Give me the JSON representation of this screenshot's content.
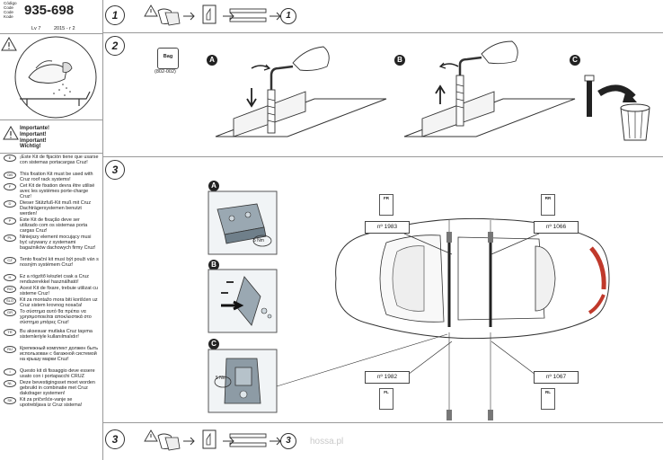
{
  "header": {
    "code_labels": [
      "Código",
      "Code",
      "Code",
      "Kode"
    ],
    "product_code": "935-698",
    "level": "Lv 7",
    "version": "2015 - r 2"
  },
  "warning": {
    "titles": [
      "Importante!",
      "Important!",
      "Important!",
      "Wichtig!"
    ]
  },
  "languages": [
    {
      "code": "E",
      "text": "¡Este Kit de fijación tiene que usarse con sistemas portacargas Cruz!"
    },
    {
      "code": "GB",
      "text": "This fixation Kit must be used with Cruz roof rack systems!"
    },
    {
      "code": "F",
      "text": "Cet Kit de fixation devra être utilisé avec les systèmes porte-charge Cruz!"
    },
    {
      "code": "D",
      "text": "Dieser Stützfuß-Kit muß mit Cruz Dachträgersystemen benutzt werden!"
    },
    {
      "code": "P",
      "text": "Este Kit de fixação deve ser utilizado com os sistemas porta cargas Cruz!"
    },
    {
      "code": "PL",
      "text": "Niniejszy element mocujący musi być używany z systemami bagażników dachowych firmy Cruz!"
    },
    {
      "code": "CZ",
      "text": "Tento fixační kit musí být použi ván s nosným systémem Cruz!"
    },
    {
      "code": "H",
      "text": "Ez a rögzítő készlet csak a Cruz rendszerekkel használható!"
    },
    {
      "code": "RO",
      "text": "Acest Kit de fixare, trebuie utilizat cu sisteme Cruz!"
    },
    {
      "code": "SLO",
      "text": "Kit za montažo mora biti korišćen uz Cruz sistem krovnog nosača!"
    },
    {
      "code": "GR",
      "text": "Το σύστημα αυτό θα πρέπει να χρησιμοποιείται αποκλειστικά στο σύστημα μπάρες Cruz!"
    },
    {
      "code": "TR",
      "text": "Bu aksesuar mutlaka Cruz taşıma sistemleriyle kullanılmalıdır!"
    },
    {
      "code": "RU",
      "text": "Крепежный комплект должен быть использован с багажной системой на крышу марки Cruz!"
    },
    {
      "code": "I",
      "text": "Questo kit di fissaggio deve essere usato con i portapacchi CRUZ"
    },
    {
      "code": "NL",
      "text": "Deze bevestigingsset moet worden gebruikt in combinatie met Cruz dakdrager systemen!"
    },
    {
      "code": "SK",
      "text": "Kit za pričvršće-vanje se upotrebljava iz Cruz sistema!"
    }
  ],
  "steps": {
    "s1": "1",
    "s2": "2",
    "s3": "3",
    "s4": "3",
    "s1_target": "1",
    "s4_target": "3"
  },
  "step2": {
    "bag_label": "Bag",
    "bag_ref": "(802-002)",
    "panel_a": "A",
    "panel_b": "B",
    "panel_c": "C"
  },
  "step3": {
    "detail_a": "A",
    "detail_b": "B",
    "detail_c": "C",
    "torque_a": "5 Nm",
    "torque_c": "5 Nm",
    "refs": {
      "front_left_top": "nº 1983",
      "rear_right_top": "nº 1066",
      "front_left_bottom": "nº 1982",
      "rear_right_bottom": "nº 1067"
    },
    "dirs": {
      "fr": "FR",
      "rr": "RR",
      "fl": "FL",
      "rl": "RL"
    }
  },
  "footer": {
    "watermark": "hossa.pl"
  }
}
